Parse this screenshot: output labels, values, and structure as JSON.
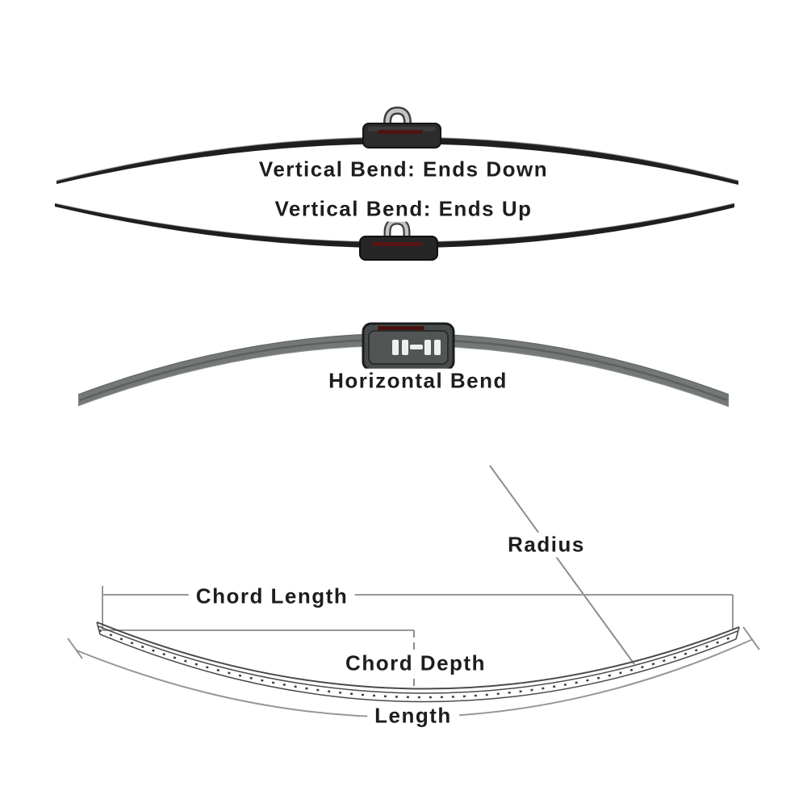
{
  "labels": {
    "vertical_bend_down": "Vertical Bend: Ends Down",
    "vertical_bend_up": "Vertical Bend: Ends Up",
    "horizontal_bend": "Horizontal Bend",
    "radius": "Radius",
    "chord_length": "Chord Length",
    "chord_depth": "Chord Depth",
    "length": "Length"
  },
  "colors": {
    "blade_black": "#1f1f1f",
    "blade_gray": "#747978",
    "connector_body_dark": "#2c2c2c",
    "connector_body_gray": "#474c4b",
    "connector_accent_red": "#4f1413",
    "hook_metal_light": "#c4c4c4",
    "measurement_line_gray": "#979797",
    "outline_dark_gray": "#4a4a4a",
    "label_text": "#1d1d1d",
    "background": "#ffffff"
  }
}
